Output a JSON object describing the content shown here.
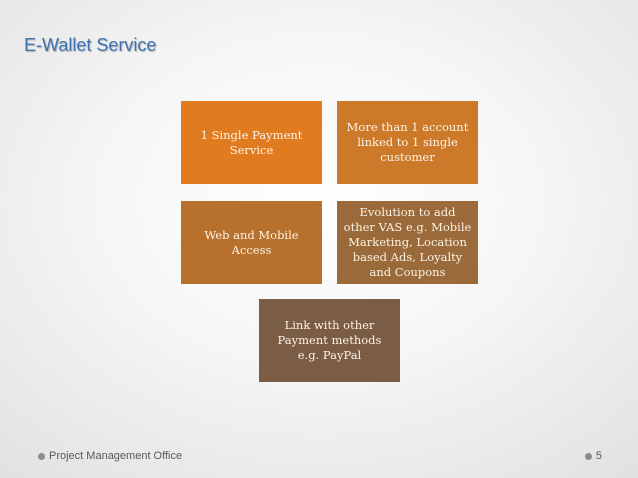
{
  "slide": {
    "title": "E-Wallet Service"
  },
  "colors": {
    "title": "#3f73b3",
    "box1": "#e07b20",
    "box2": "#cc7a2a",
    "box3": "#b8712c",
    "box4": "#9a6a3a",
    "box5": "#7b5c45"
  },
  "diagram": {
    "boxes": [
      {
        "label": "1 Single Payment Service"
      },
      {
        "label": "More than 1 account linked to 1 single customer"
      },
      {
        "label": "Web and Mobile Access"
      },
      {
        "label": "Evolution to add other VAS e.g. Mobile Marketing, Location based Ads, Loyalty and Coupons"
      },
      {
        "label": "Link with other Payment methods e.g. PayPal"
      }
    ]
  },
  "footer": {
    "left_text": "Project Management Office",
    "page_number": "5"
  }
}
